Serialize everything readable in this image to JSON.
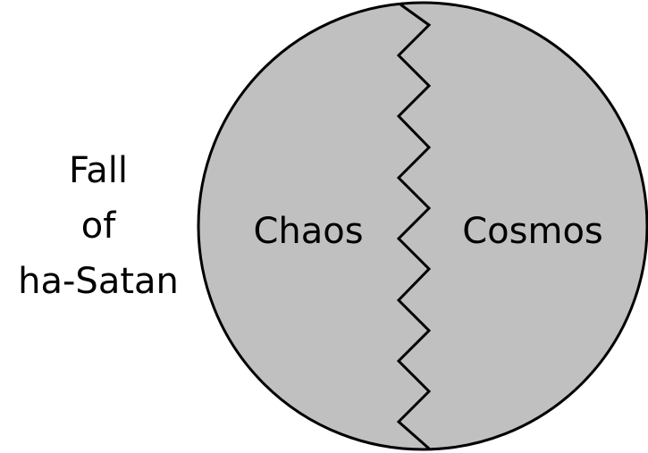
{
  "side_label": {
    "lines": [
      "Fall",
      "of",
      "ha-Satan"
    ]
  },
  "circle": {
    "left_label": "Chaos",
    "right_label": "Cosmos",
    "fill_color": "#c0c0c0",
    "stroke_color": "#000000"
  }
}
